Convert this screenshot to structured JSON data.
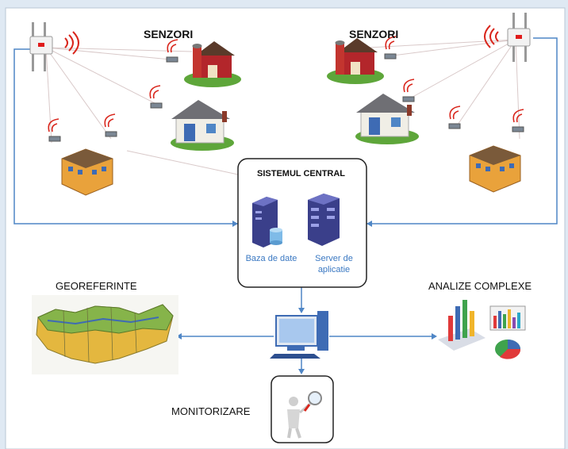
{
  "labels": {
    "senzori_left": "SENZORI",
    "senzori_right": "SENZORI",
    "central_title": "SISTEMUL CENTRAL",
    "database": "Baza de date",
    "server_line1": "Server de",
    "server_line2": "aplicatie",
    "georeferinte": "GEOREFERINTE",
    "analize": "ANALIZE COMPLEXE",
    "monitorizare": "MONITORIZARE"
  },
  "colors": {
    "background": "#dfe9f3",
    "panel": "#ffffff",
    "connector": "#4f86c6",
    "wifi": "#d9261c",
    "central_border": "#222222"
  },
  "icons": [
    "sensor-antenna-icon",
    "wifi-signal-icon",
    "barn-icon",
    "house-icon",
    "school-building-icon",
    "server-icon",
    "database-icon",
    "computer-monitor-icon",
    "map-icon",
    "bar-chart-icon",
    "pie-chart-icon",
    "magnifier-person-icon"
  ]
}
